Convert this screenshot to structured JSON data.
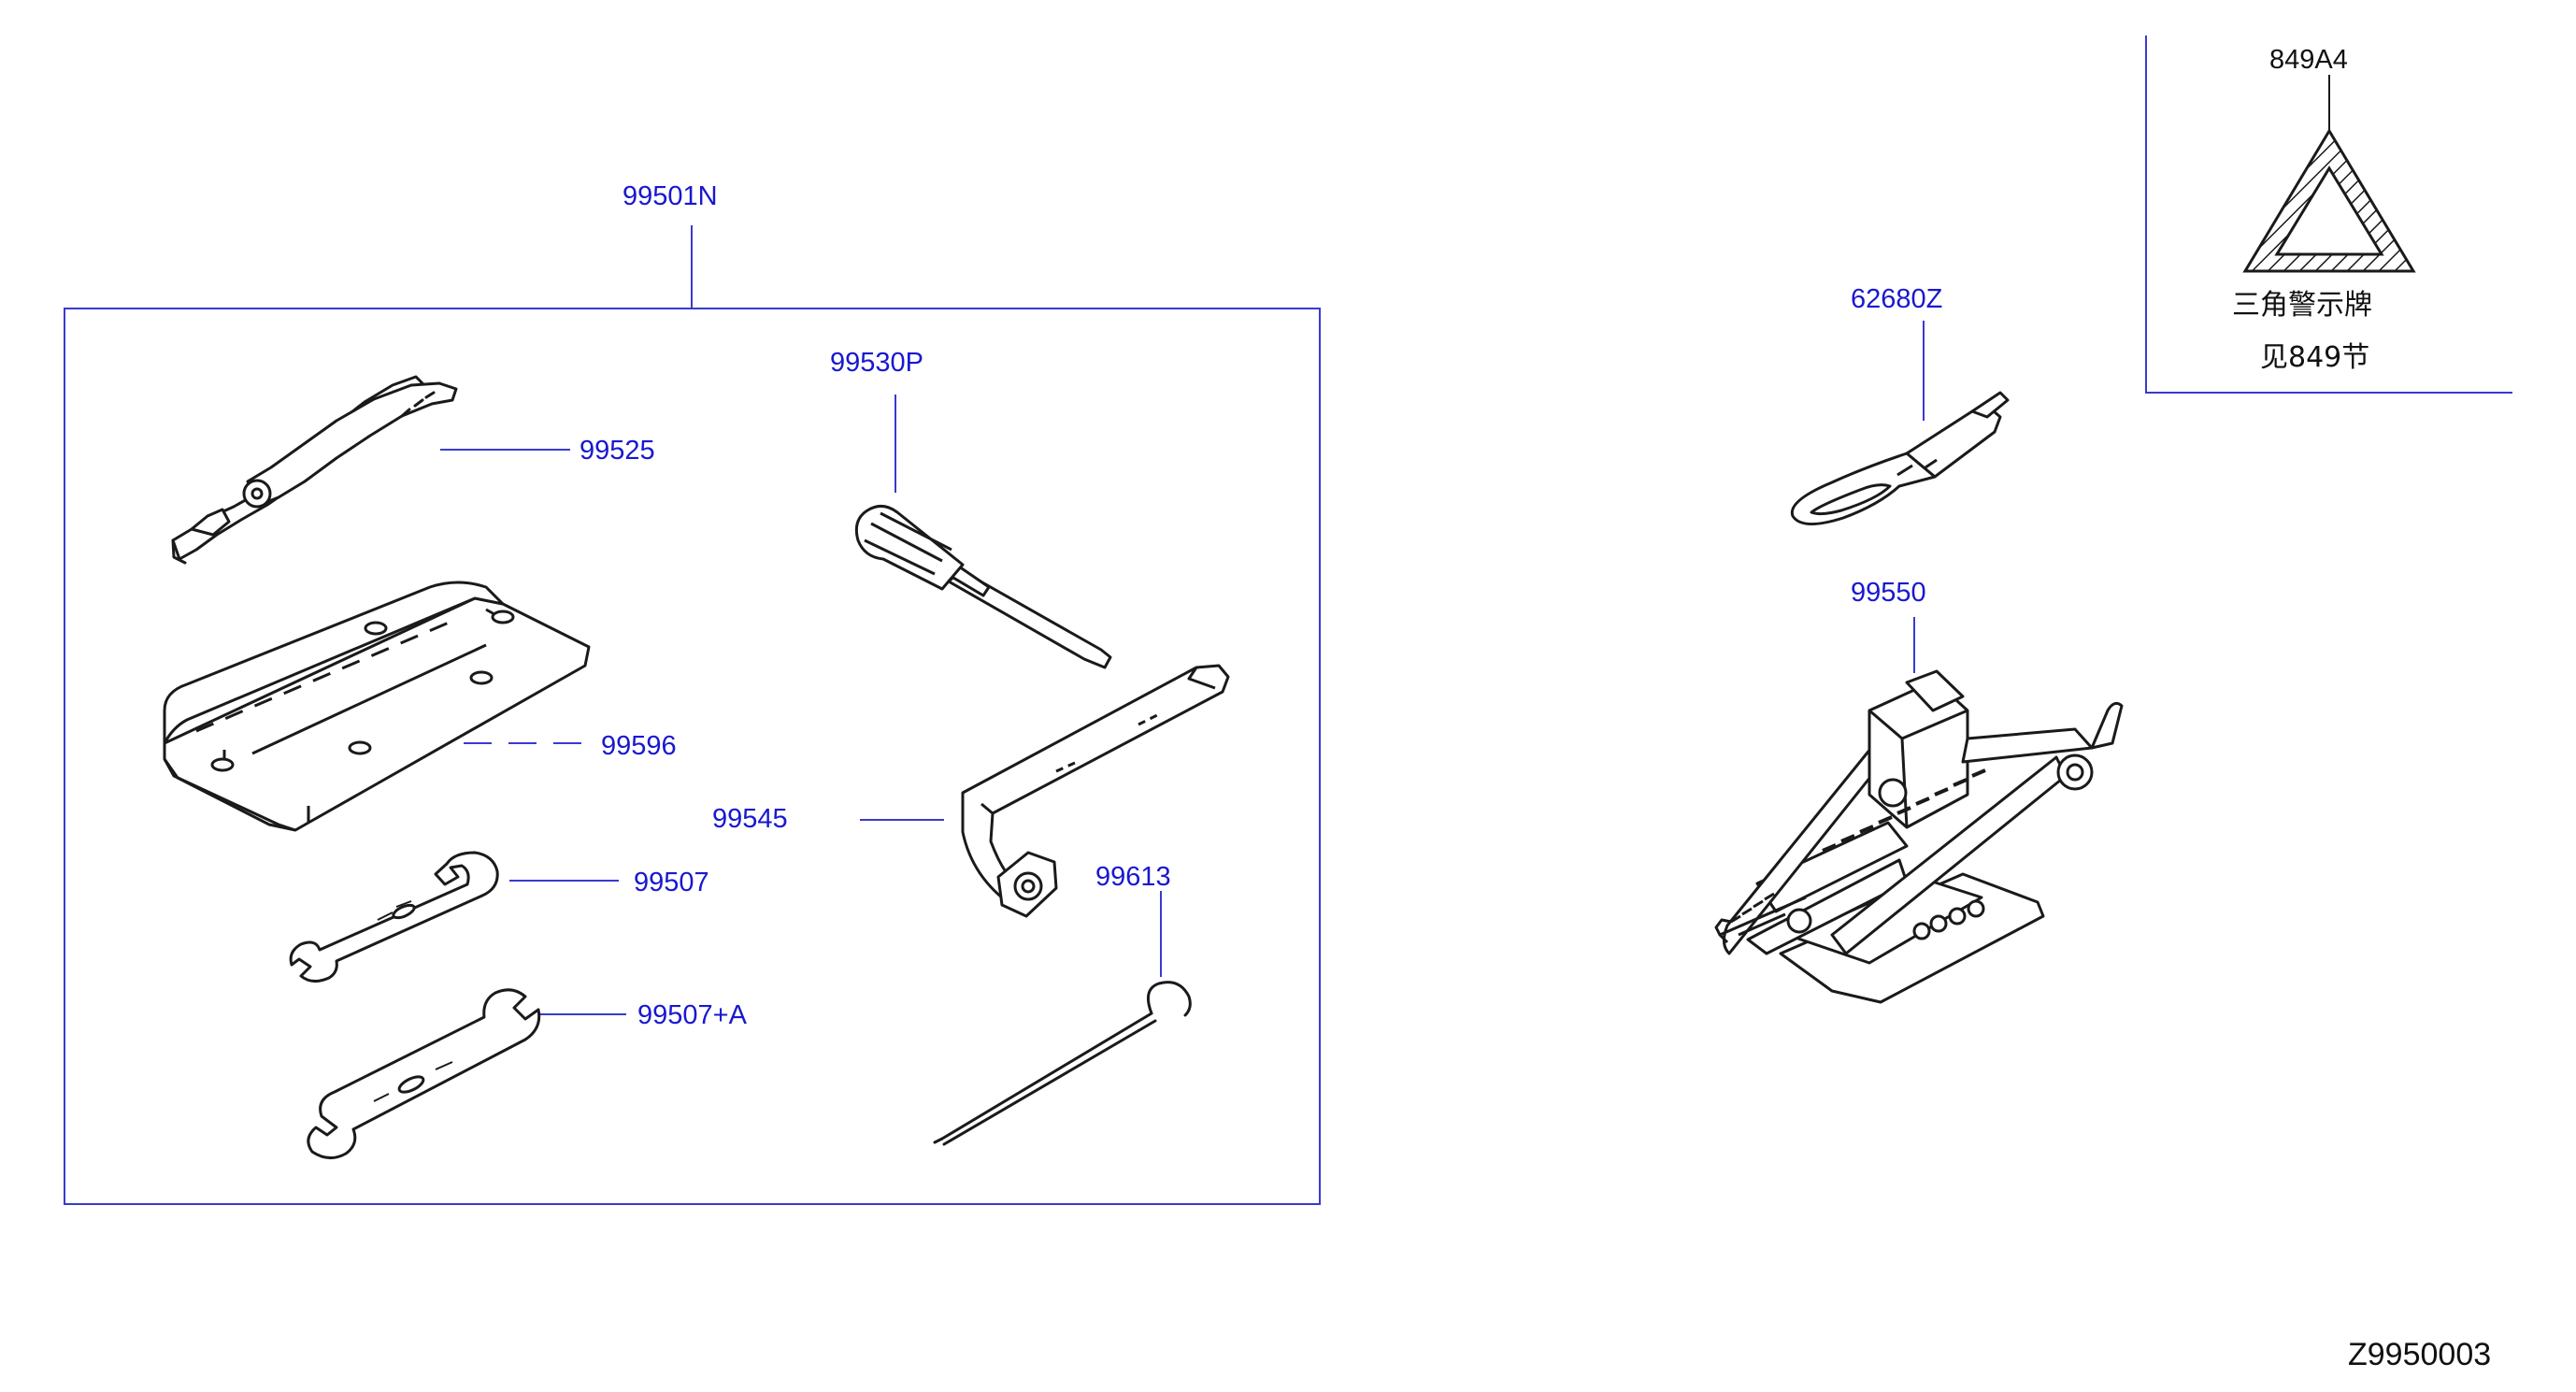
{
  "colors": {
    "callout": "#1818d0",
    "leader": "#3a3ad0",
    "line": "#1a1a1a",
    "background": "#ffffff"
  },
  "parts": {
    "kit": "99501N",
    "pliers": "99525",
    "tool_bag": "99596",
    "screwdriver": "99530P",
    "wheel_wrench": "99545",
    "wrench_small": "99507",
    "wrench_large": "99507+A",
    "jack_rod": "99613",
    "tow_hook": "62680Z",
    "jack": "99550",
    "triangle": "849A4"
  },
  "triangle_note": {
    "name": "三角警示牌",
    "see_prefix": "见",
    "see_section": "849",
    "see_suffix": "节"
  },
  "diagram_code": "Z9950003"
}
